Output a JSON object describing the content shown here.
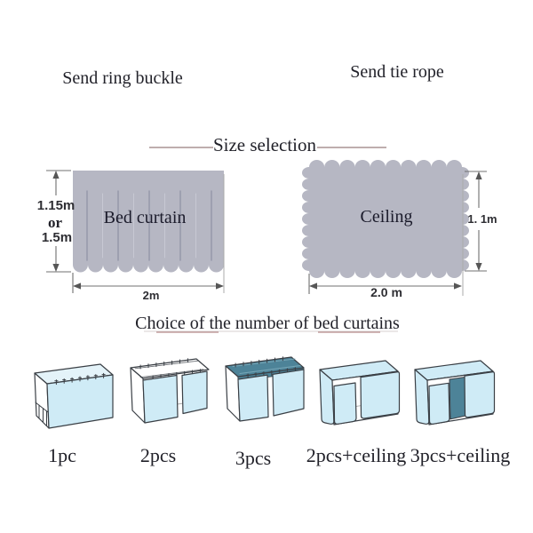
{
  "header": {
    "left_note": "Send ring buckle",
    "right_note": "Send tie rope"
  },
  "size_section": {
    "title": "Size selection",
    "bed_curtain": {
      "label": "Bed curtain",
      "height_options": [
        "1.15m",
        "or",
        "1.5m"
      ],
      "width_label": "2m"
    },
    "ceiling": {
      "label": "Ceiling",
      "height_label": "1. 1m",
      "width_label": "2.0 m"
    }
  },
  "choice_section": {
    "title": "Choice of the number of bed curtains",
    "options": [
      {
        "label": "1pc"
      },
      {
        "label": "2pcs"
      },
      {
        "label": "3pcs"
      },
      {
        "label": "2pcs+ceiling"
      },
      {
        "label": "3pcs+ceiling"
      }
    ]
  },
  "colors": {
    "text_dark": "#22222a",
    "curtain_gray": "#b6b7c3",
    "curtain_fold": "#989aab",
    "curtain_fold_light": "#c7c8d3",
    "panel_blue": "#cfebf6",
    "panel_blue_dark": "#4d8398",
    "bed_top": "#e4f3f9",
    "outline": "#3a3f45",
    "dim_line": "#707070",
    "dim_light": "#ababab",
    "arrow": "#565656",
    "divider": "#a89494",
    "underline": "#b98e8e",
    "underline_light": "#d7d0d0"
  }
}
